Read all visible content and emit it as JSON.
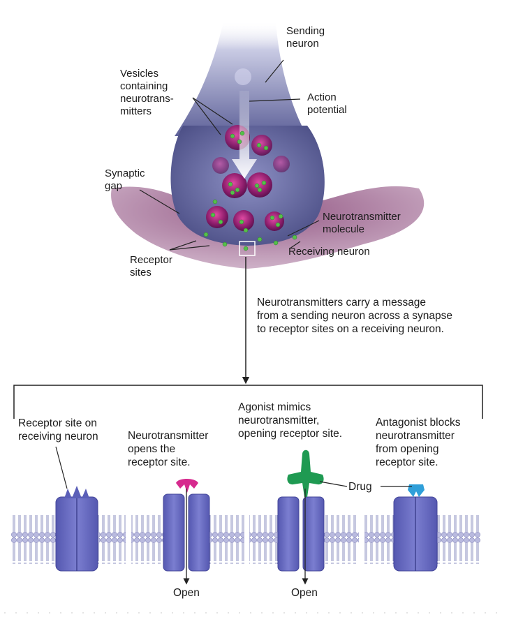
{
  "top_labels": {
    "sending_neuron": "Sending\nneuron",
    "vesicles": "Vesicles\ncontaining\nneurotrans-\nmitters",
    "action_potential": "Action\npotential",
    "synaptic_gap": "Synaptic\ngap",
    "neurotransmitter_molecule": "Neurotransmitter\nmolecule",
    "receiving_neuron": "Receiving neuron",
    "receptor_sites": "Receptor\nsites"
  },
  "caption": "Neurotransmitters carry a message\nfrom a sending neuron across a synapse\nto receptor sites on a receiving neuron.",
  "panels": [
    {
      "caption": "Receptor site on\nreceiving neuron"
    },
    {
      "caption": "Neurotransmitter\nopens the\nreceptor site.",
      "bottom": "Open"
    },
    {
      "caption": "Agonist mimics\nneurotransmitter,\nopening receptor site.",
      "bottom": "Open",
      "callout": "Drug"
    },
    {
      "caption": "Antagonist blocks\nneurotransmitter\nfrom opening\nreceptor site.",
      "callout": "Drug"
    }
  ],
  "colors": {
    "neuron": "#6b6fae",
    "vesicle": "#b0287e",
    "molecule": "#55c04a",
    "receptor": "#6669c4",
    "neurotransmitter": "#d62a8e",
    "agonist": "#1f9a52",
    "antagonist": "#2f9fd9"
  }
}
